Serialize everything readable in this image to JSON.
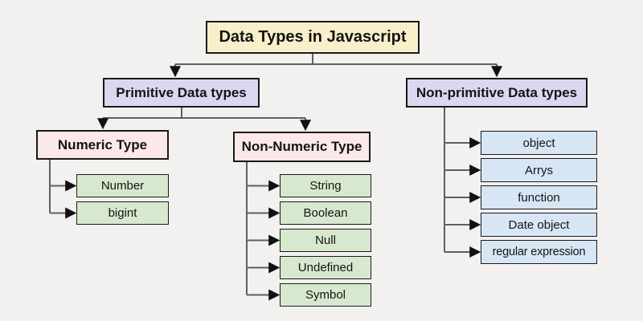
{
  "diagram": {
    "title": "Data Types in Javascript",
    "branches": {
      "primitive": "Primitive Data types",
      "non_primitive": "Non-primitive Data types"
    },
    "sub_branches": {
      "numeric": "Numeric Type",
      "non_numeric": "Non-Numeric Type"
    },
    "numeric_children": [
      "Number",
      "bigint"
    ],
    "non_numeric_children": [
      "String",
      "Boolean",
      "Null",
      "Undefined",
      "Symbol"
    ],
    "non_primitive_children": [
      "object",
      "Arrys",
      "function",
      "Date object",
      "regular expression"
    ],
    "colors": {
      "canvas_bg": "#f2f1ef",
      "title_bg": "#f9efca",
      "branch_bg": "#dcd6f1",
      "sub_branch_bg": "#fde8e8",
      "leaf_green_bg": "#d7e8cf",
      "leaf_blue_bg": "#d7e6f4",
      "border": "#1a1a1a",
      "connector": "#5f5f5f",
      "text": "#141414"
    }
  }
}
